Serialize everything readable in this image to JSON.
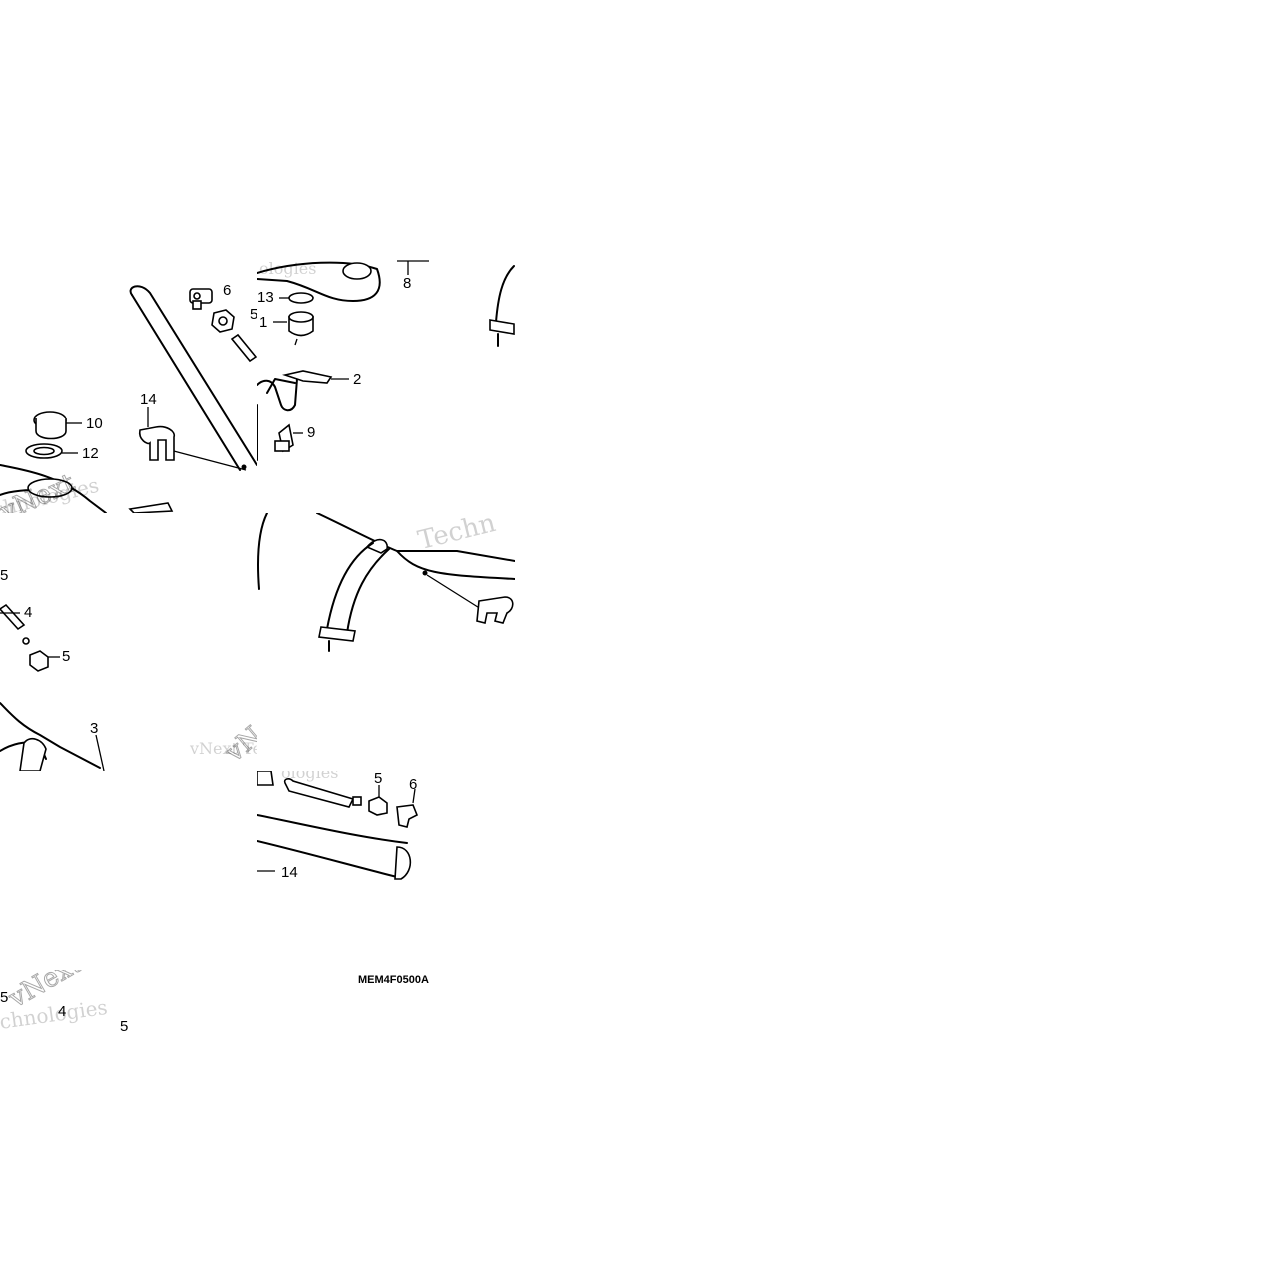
{
  "diagram": {
    "code": "MEM4F0500A",
    "watermark": {
      "brand": "vNext",
      "word": "Technologies",
      "fragment_a": "ologies",
      "fragment_b": "chnologies",
      "fragment_c": "Techn",
      "fragment_d": "vNext Te"
    },
    "callouts": {
      "t1_6": "6",
      "t1_5": "5",
      "t1_13": "13",
      "t1_1": "1",
      "t1_8": "8",
      "t1_2": "2",
      "t1_9": "9",
      "t1_14": "14",
      "t1_10": "10",
      "t1_12": "12",
      "t2_5a": "5",
      "t2_4": "4",
      "t2_5b": "5",
      "t2_3": "3",
      "t3_5": "5",
      "t3_6": "6",
      "t3_14": "14",
      "t4_5": "5",
      "t4_4": "4",
      "t4_5b": "5"
    }
  }
}
